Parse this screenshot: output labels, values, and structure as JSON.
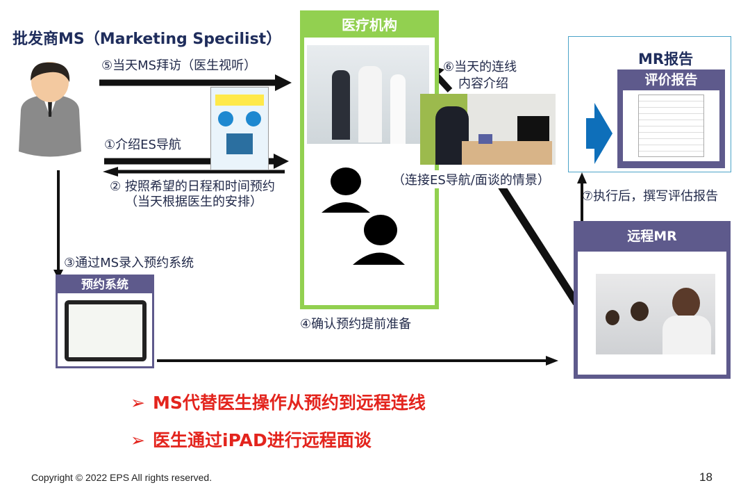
{
  "title": "批发商MS（Marketing Specilist）",
  "medical": {
    "header": "医疗机构"
  },
  "steps": {
    "s5": "⑤当天MS拜访（医生视听）",
    "s1": "①介绍ES导航",
    "s2_line1": "② 按照希望的日程和时间预约",
    "s2_line2": "（当天根据医生的安排）",
    "s3": "③通过MS录入预约系统",
    "s4": "④确认预约提前准备",
    "s6_line1": "⑥当天的连线",
    "s6_line2": "内容介绍",
    "s7": "⑦执行后，撰写评估报告"
  },
  "caption": "（连接ES导航/面谈的情景）",
  "booking": {
    "header": "预约系统"
  },
  "report": {
    "title": "MR报告",
    "inner_header": "评价报告"
  },
  "remote": {
    "header": "远程MR"
  },
  "bullets": [
    "MS代替医生操作从预约到远程连线",
    "医生通过iPAD进行远程面谈"
  ],
  "bullet_marker": "➢",
  "footer": {
    "copyright": "Copyright © 2022 EPS All rights reserved.",
    "page": "18"
  },
  "colors": {
    "navy": "#1f2d5c",
    "green": "#92d050",
    "purple": "#5e5a8c",
    "red": "#e3241d",
    "blue": "#0e6fba"
  }
}
